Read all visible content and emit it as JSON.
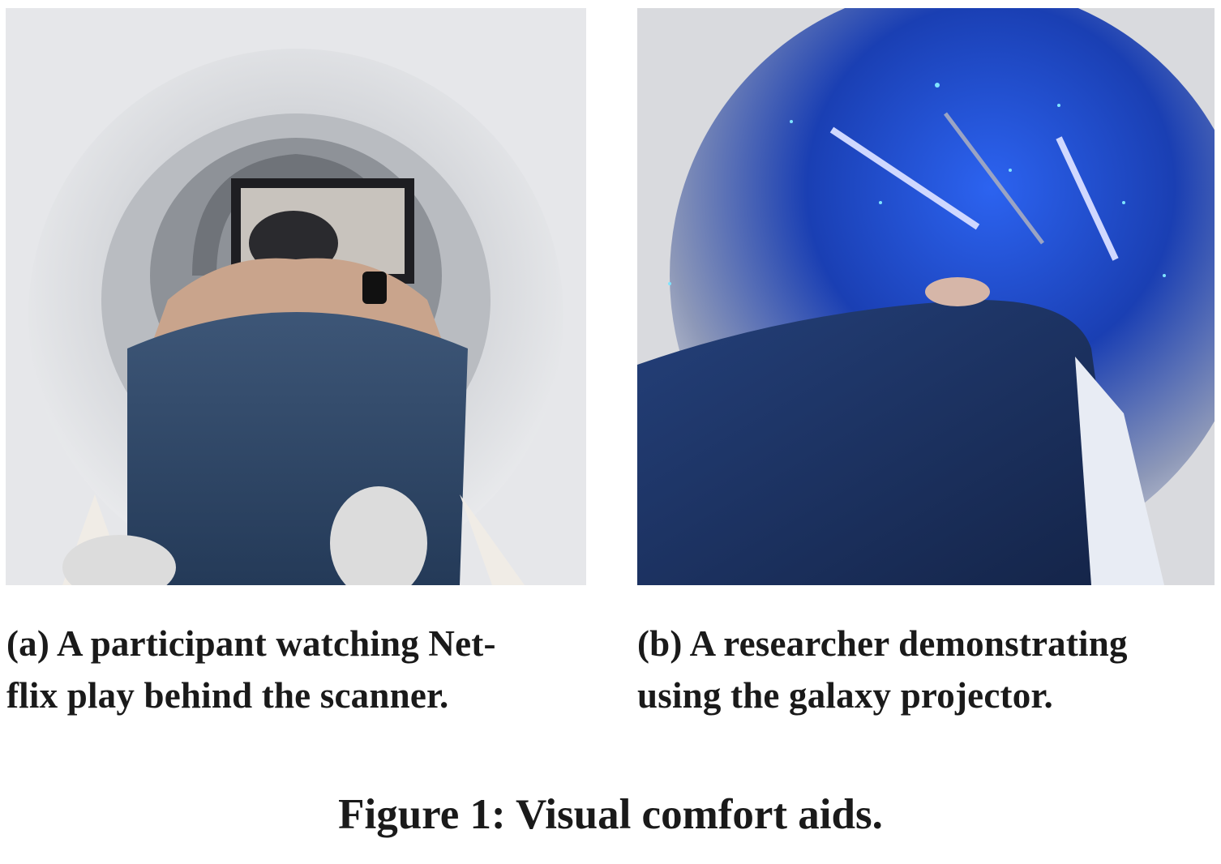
{
  "figure": {
    "title": "Figure 1: Visual comfort aids."
  },
  "subfigures": [
    {
      "caption_line1": "(a) A participant watching Net-",
      "caption_line2": "flix play behind the scanner."
    },
    {
      "caption_line1": "(b) A researcher demonstrating",
      "caption_line2": "using the galaxy projector."
    }
  ],
  "colors": {
    "scanner_white": "#e8e8ea",
    "jeans_blue": "#2f4767",
    "galaxy_blue": "#1f4fd8",
    "blanket_navy": "#1b2f5c"
  }
}
